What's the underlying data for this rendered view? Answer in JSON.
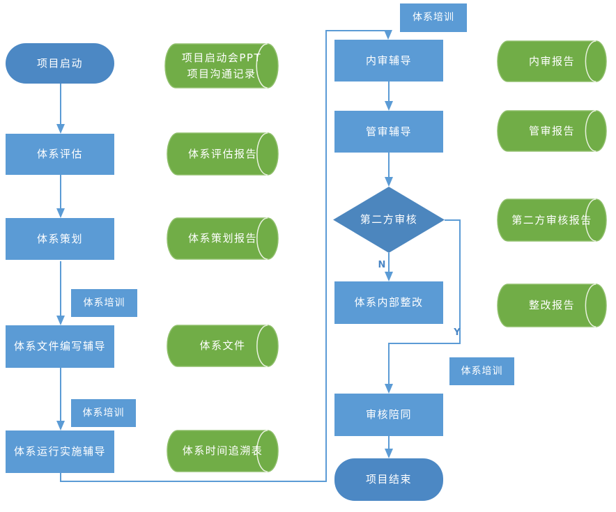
{
  "colors": {
    "process_fill": "#5B9BD5",
    "terminator_fill": "#4C88C4",
    "decision_fill": "#4C86BE",
    "document_fill": "#71AD47",
    "document_stroke": "#8FBF6B",
    "connector": "#5B9BD5",
    "branch_label_text": "#4A86C5",
    "node_text": "#FFFFFF"
  },
  "nodes": {
    "start": "项目启动",
    "assess": "体系评估",
    "plan": "体系策划",
    "training1": "体系培训",
    "doc_writing": "体系文件编写辅导",
    "training2": "体系培训",
    "operation": "体系运行实施辅导",
    "training_top": "体系培训",
    "internal_audit": "内审辅导",
    "mgmt_review": "管审辅导",
    "second_party_audit": "第二方审核",
    "internal_rectify": "体系内部整改",
    "training3": "体系培训",
    "audit_accompany": "审核陪同",
    "end": "项目结束"
  },
  "documents": {
    "kickoff_line1": "项目启动会PPT",
    "kickoff_line2": "项目沟通记录",
    "assess_report": "体系评估报告",
    "plan_report": "体系策划报告",
    "system_files": "体系文件",
    "time_trace_table": "体系时间追溯表",
    "internal_audit_report": "内审报告",
    "mgmt_review_report": "管审报告",
    "second_party_report": "第二方审核报告",
    "rectify_report": "整改报告"
  },
  "branches": {
    "no": "N",
    "yes": "Y"
  }
}
